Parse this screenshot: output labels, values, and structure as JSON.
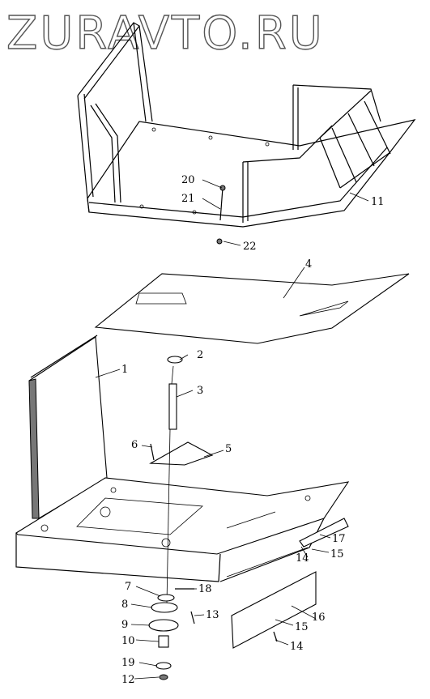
{
  "watermark": "ZURAVTO.RU",
  "callouts": [
    "1",
    "2",
    "3",
    "4",
    "5",
    "6",
    "7",
    "8",
    "9",
    "10",
    "11",
    "12",
    "13",
    "14",
    "15",
    "16",
    "17",
    "18",
    "19",
    "20",
    "21",
    "22"
  ],
  "callouts_repeat": {
    "14": "14",
    "15": "15"
  }
}
